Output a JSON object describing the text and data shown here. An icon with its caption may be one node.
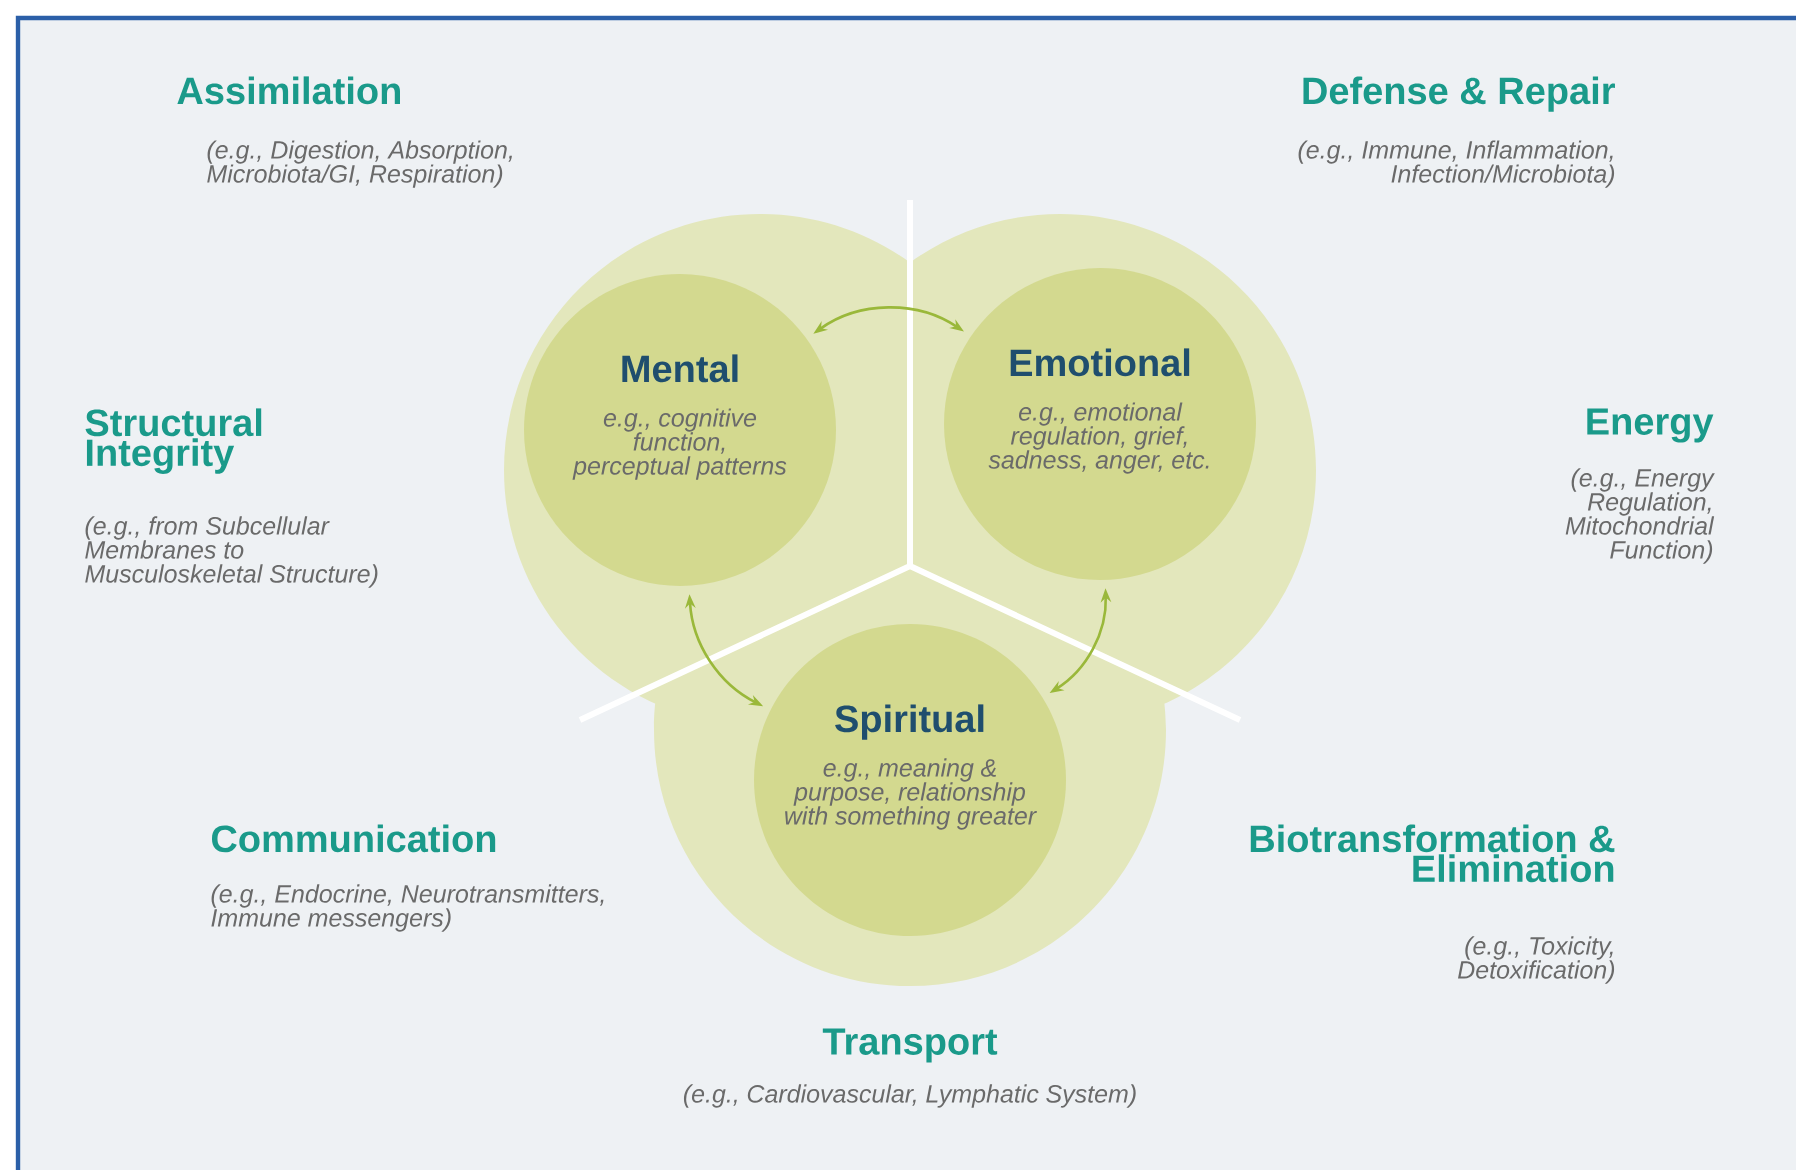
{
  "diagram": {
    "nodes": [
      {
        "text": [
          "Mental",
          "e.g., cognitive function, perceptual patterns"
        ]
      },
      {
        "text": [
          "Emotional",
          "e.g., emotional regulation, grief, sadness, anger, etc."
        ]
      },
      {
        "text": [
          "Spiritual",
          "e.g., meaning & purpose, relationship with something greater"
        ]
      }
    ],
    "edges": [
      {
        "from": 0,
        "to": 1,
        "arrow": "both"
      },
      {
        "from": 0,
        "to": 2,
        "arrow": "both"
      },
      {
        "from": 1,
        "to": 2,
        "arrow": "both"
      }
    ],
    "labels": [
      "Assimilation",
      "(e.g., Digestion, Absorption, Microbiota/GI, Respiration)",
      "Defense & Repair",
      "(e.g., Immune, Inflammation, Infection/Microbiota)",
      "Structural Integrity",
      "(e.g., from Subcellular Membranes to Musculoskeletal Structure)",
      "Energy",
      "(e.g., Energy Regulation, Mitochondrial Function)",
      "Communication",
      "(e.g., Endocrine, Neurotransmitters, Immune messengers)",
      "Biotransformation & Elimination",
      "(e.g., Toxicity, Detoxification)",
      "Transport",
      "(e.g., Cardiovascular, Lymphatic System)"
    ]
  }
}
